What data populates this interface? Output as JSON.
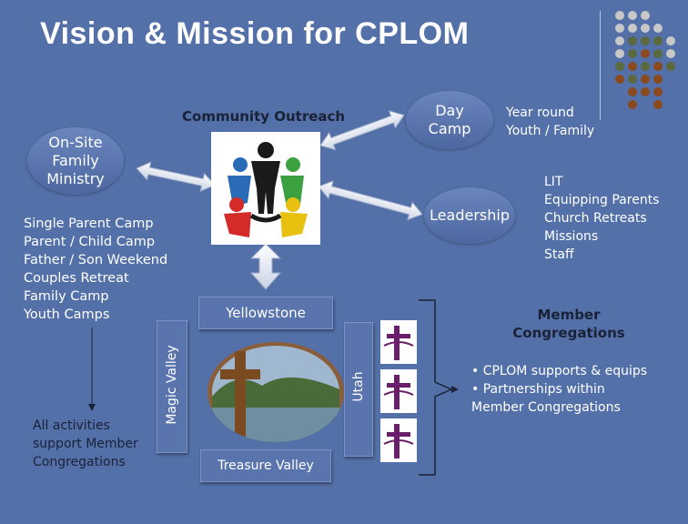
{
  "title": "Vision & Mission for CPLOM",
  "community_outreach": "Community Outreach",
  "day_camp": [
    "Day",
    "Camp"
  ],
  "year_round": [
    "Year round",
    "Youth / Family"
  ],
  "on_site": [
    "On-Site",
    "Family",
    "Ministry"
  ],
  "leadership": "Leadership",
  "leadership_items": [
    "LIT",
    "Equipping Parents",
    "Church Retreats",
    "Missions",
    "Staff"
  ],
  "camps": [
    "Single Parent Camp",
    "Parent / Child Camp",
    "Father / Son Weekend",
    "Couples Retreat",
    "Family Camp",
    "Youth Camps"
  ],
  "all_activities": [
    "All activities",
    "support Member",
    "Congregations"
  ],
  "yellowstone": "Yellowstone",
  "magic_valley": "Magic Valley",
  "utah": "Utah",
  "treasure_valley": "Treasure Valley",
  "member_congregations": [
    "Member",
    "Congregations"
  ],
  "bullets": [
    "• CPLOM supports & equips",
    "• Partnerships within",
    "Member Congregations"
  ],
  "colors": {
    "background": "#5470a8",
    "dot_gray": "#c8c8c8",
    "dot_green": "#5a6a3e",
    "dot_brown": "#8b4a1e",
    "cross_purple": "#6b1e6b"
  }
}
